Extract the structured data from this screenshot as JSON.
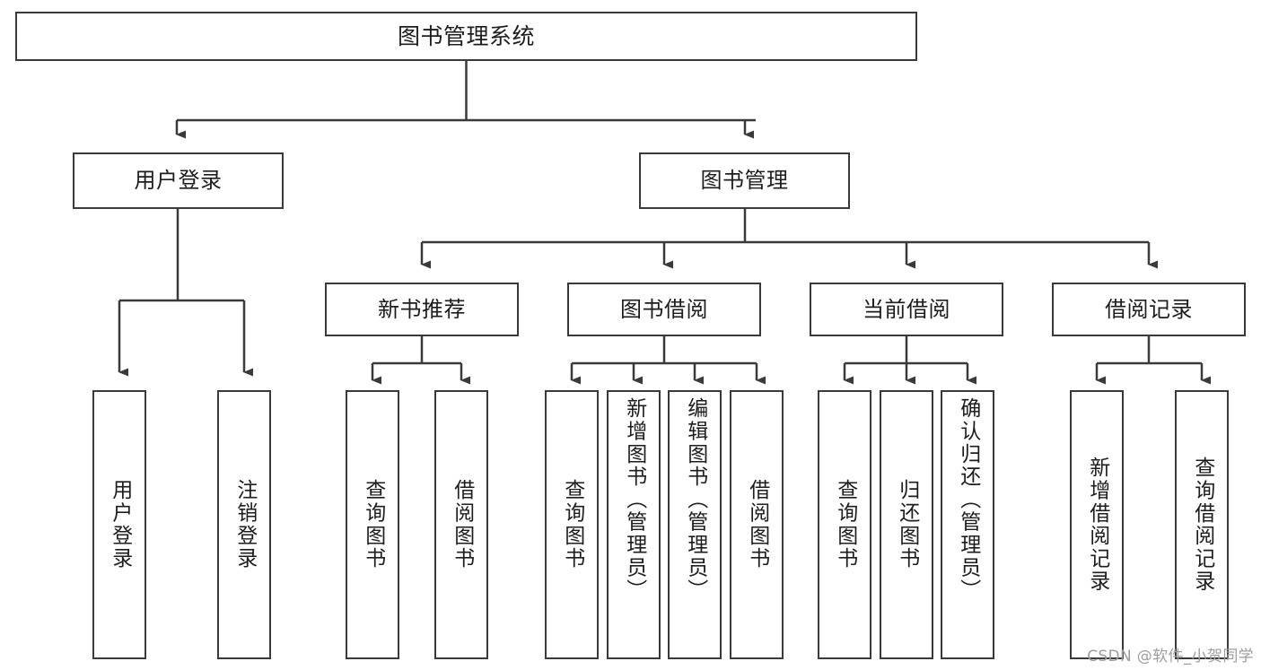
{
  "diagram": {
    "title": "图书管理系统",
    "type": "tree-hierarchy-chart",
    "watermark": "CSDN @软件_小贺同学",
    "colors": {
      "stroke": "#3a3a3a",
      "fill": "#ffffff",
      "text": "#1d1d1d",
      "watermark": "#9d9d9d"
    },
    "nodes": {
      "root": {
        "label": "图书管理系统"
      },
      "level2": [
        {
          "id": "user-login",
          "label": "用户登录"
        },
        {
          "id": "book-manage",
          "label": "图书管理"
        }
      ],
      "level3": [
        {
          "id": "new-book-recommend",
          "label": "新书推荐"
        },
        {
          "id": "book-borrow",
          "label": "图书借阅"
        },
        {
          "id": "current-borrow",
          "label": "当前借阅"
        },
        {
          "id": "borrow-record",
          "label": "借阅记录"
        }
      ],
      "leaves": [
        {
          "id": "leaf-user-login",
          "label": "用户登录",
          "parent": "user-login"
        },
        {
          "id": "leaf-logout",
          "label": "注销登录",
          "parent": "user-login"
        },
        {
          "id": "leaf-query-book-1",
          "label": "查询图书",
          "parent": "new-book-recommend"
        },
        {
          "id": "leaf-borrow-book-1",
          "label": "借阅图书",
          "parent": "new-book-recommend"
        },
        {
          "id": "leaf-query-book-2",
          "label": "查询图书",
          "parent": "book-borrow"
        },
        {
          "id": "leaf-add-book",
          "label": "新增图书（管理员）",
          "parent": "book-borrow"
        },
        {
          "id": "leaf-edit-book",
          "label": "编辑图书（管理员）",
          "parent": "book-borrow"
        },
        {
          "id": "leaf-borrow-book-2",
          "label": "借阅图书",
          "parent": "book-borrow"
        },
        {
          "id": "leaf-query-book-3",
          "label": "查询图书",
          "parent": "current-borrow"
        },
        {
          "id": "leaf-return-book",
          "label": "归还图书",
          "parent": "current-borrow"
        },
        {
          "id": "leaf-confirm-return",
          "label": "确认归还（管理员）",
          "parent": "current-borrow"
        },
        {
          "id": "leaf-add-record",
          "label": "新增借阅记录",
          "parent": "borrow-record"
        },
        {
          "id": "leaf-query-record",
          "label": "查询借阅记录",
          "parent": "borrow-record"
        }
      ]
    }
  }
}
